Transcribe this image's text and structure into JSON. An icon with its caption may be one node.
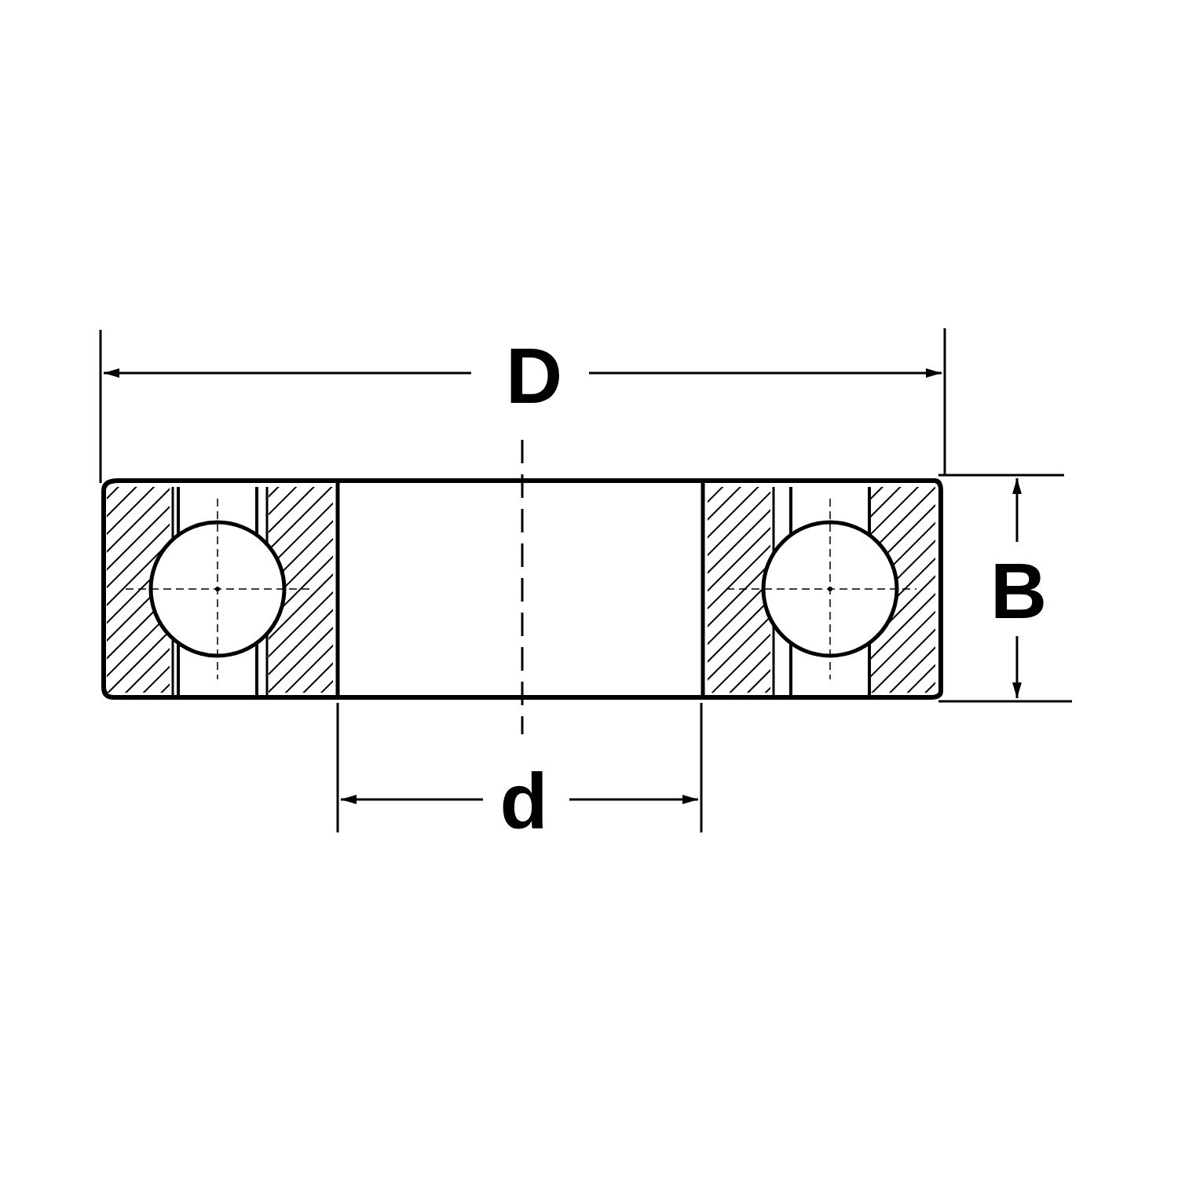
{
  "diagram": {
    "labels": [
      "D",
      "B",
      "d"
    ]
  }
}
